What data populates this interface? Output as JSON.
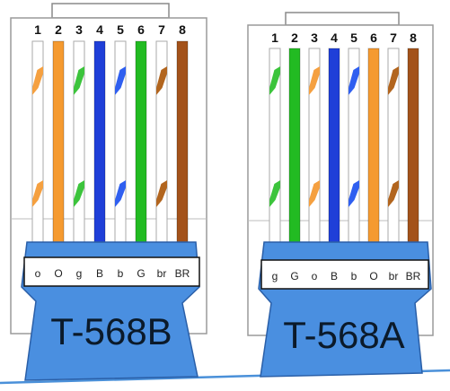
{
  "connectors": [
    {
      "standard": "T-568B",
      "pin_numbers": [
        "1",
        "2",
        "3",
        "4",
        "5",
        "6",
        "7",
        "8"
      ],
      "abbreviations": [
        "o",
        "O",
        "g",
        "B",
        "b",
        "G",
        "br",
        "BR"
      ],
      "wires": [
        {
          "pin": "1",
          "base": "#ffffff",
          "stripe": "#f5a040"
        },
        {
          "pin": "2",
          "base": "#f59a30",
          "stripe": null
        },
        {
          "pin": "3",
          "base": "#ffffff",
          "stripe": "#3cc43c"
        },
        {
          "pin": "4",
          "base": "#1f3fd8",
          "stripe": null
        },
        {
          "pin": "5",
          "base": "#ffffff",
          "stripe": "#2f5ff0"
        },
        {
          "pin": "6",
          "base": "#22bb22",
          "stripe": null
        },
        {
          "pin": "7",
          "base": "#ffffff",
          "stripe": "#b2651e"
        },
        {
          "pin": "8",
          "base": "#a3521a",
          "stripe": null
        }
      ]
    },
    {
      "standard": "T-568A",
      "pin_numbers": [
        "1",
        "2",
        "3",
        "4",
        "5",
        "6",
        "7",
        "8"
      ],
      "abbreviations": [
        "g",
        "G",
        "o",
        "B",
        "b",
        "O",
        "br",
        "BR"
      ],
      "wires": [
        {
          "pin": "1",
          "base": "#ffffff",
          "stripe": "#3cc43c"
        },
        {
          "pin": "2",
          "base": "#22bb22",
          "stripe": null
        },
        {
          "pin": "3",
          "base": "#ffffff",
          "stripe": "#f5a040"
        },
        {
          "pin": "4",
          "base": "#1f3fd8",
          "stripe": null
        },
        {
          "pin": "5",
          "base": "#ffffff",
          "stripe": "#2f5ff0"
        },
        {
          "pin": "6",
          "base": "#f59a30",
          "stripe": null
        },
        {
          "pin": "7",
          "base": "#ffffff",
          "stripe": "#b2651e"
        },
        {
          "pin": "8",
          "base": "#a3521a",
          "stripe": null
        }
      ]
    }
  ],
  "colors": {
    "boot_fill": "#4a8fe0",
    "boot_stroke": "#2a5fa8",
    "connector_body": "#ffffff",
    "connector_outline": "#9a9a9a",
    "cable_line": "#4a90d9"
  }
}
